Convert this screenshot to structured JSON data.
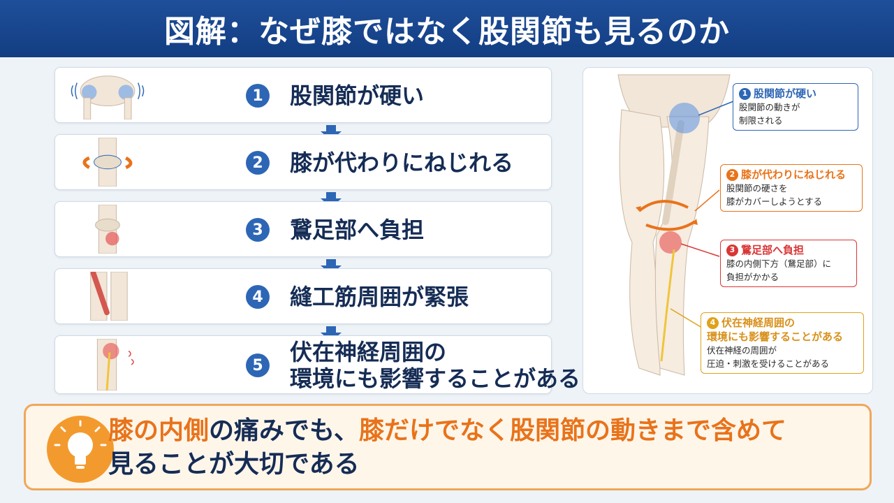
{
  "header": {
    "title": "図解：なぜ膝ではなく股関節も見るのか"
  },
  "steps": [
    {
      "num": "1",
      "line1": "股関節が硬い",
      "line2": ""
    },
    {
      "num": "2",
      "line1": "膝が代わりにねじれる",
      "line2": ""
    },
    {
      "num": "3",
      "line1": "鵞足部へ負担",
      "line2": ""
    },
    {
      "num": "4",
      "line1": "縫工筋周囲が緊張",
      "line2": ""
    },
    {
      "num": "5",
      "line1": "伏在神経周囲の",
      "line2": "環境にも影響することがある"
    }
  ],
  "callouts": [
    {
      "num": "1",
      "title": "股関節が硬い",
      "title2": "",
      "body1": "股関節の動きが",
      "body2": "制限される",
      "color": "#2d66b5"
    },
    {
      "num": "2",
      "title": "膝が代わりにねじれる",
      "title2": "",
      "body1": "股関節の硬さを",
      "body2": "膝がカバーしようとする",
      "color": "#e8731a"
    },
    {
      "num": "3",
      "title": "鵞足部へ負担",
      "title2": "",
      "body1": "膝の内側下方（鵞足部）に",
      "body2": "負担がかかる",
      "color": "#d93636"
    },
    {
      "num": "4",
      "title": "伏在神経周囲の",
      "title2": "環境にも影響することがある",
      "body1": "伏在神経の周囲が",
      "body2": "圧迫・刺激を受けることがある",
      "color": "#e0a21a"
    }
  ],
  "banner": {
    "line1_part1": "膝の内側",
    "line1_part2": "の痛みでも、",
    "line1_part3": "膝だけでなく股関節の動きまで含めて",
    "line2": "見ることが大切である"
  },
  "colors": {
    "header_bg": "#1a468c",
    "step_number": "#2d66b5",
    "arrow": "#2d66b5",
    "highlight_orange": "#e8731a",
    "pain_red": "#e34040",
    "nerve_yellow": "#f0c53a",
    "banner_border": "#f0a75a"
  },
  "icons": [
    "lightbulb-icon",
    "down-arrow-icon",
    "rotation-arrow-icon"
  ]
}
